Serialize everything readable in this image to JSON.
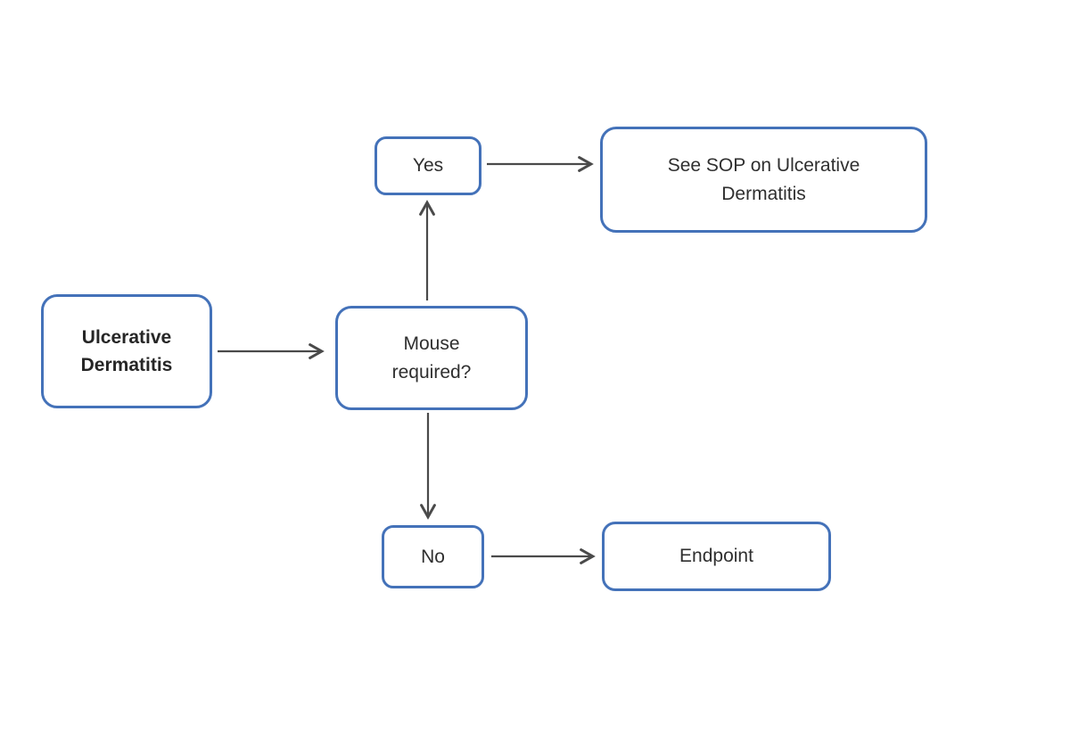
{
  "diagram": {
    "type": "flowchart",
    "colors": {
      "box_border": "#4472b9",
      "box_fill": "#ffffff",
      "arrow": "#4a4a4a",
      "text": "#2f2f2f",
      "background": "#ffffff"
    },
    "nodes": [
      {
        "id": "ulcerative-dermatitis",
        "label": "Ulcerative Dermatitis",
        "bold": true
      },
      {
        "id": "mouse-required",
        "label": "Mouse required?",
        "bold": false
      },
      {
        "id": "yes",
        "label": "Yes",
        "bold": false
      },
      {
        "id": "see-sop",
        "label": "See SOP on Ulcerative Dermatitis",
        "bold": false
      },
      {
        "id": "no",
        "label": "No",
        "bold": false
      },
      {
        "id": "endpoint",
        "label": "Endpoint",
        "bold": false
      }
    ],
    "edges": [
      {
        "from": "ulcerative-dermatitis",
        "to": "mouse-required",
        "direction": "right"
      },
      {
        "from": "mouse-required",
        "to": "yes",
        "direction": "up"
      },
      {
        "from": "yes",
        "to": "see-sop",
        "direction": "right"
      },
      {
        "from": "mouse-required",
        "to": "no",
        "direction": "down"
      },
      {
        "from": "no",
        "to": "endpoint",
        "direction": "right"
      }
    ]
  }
}
